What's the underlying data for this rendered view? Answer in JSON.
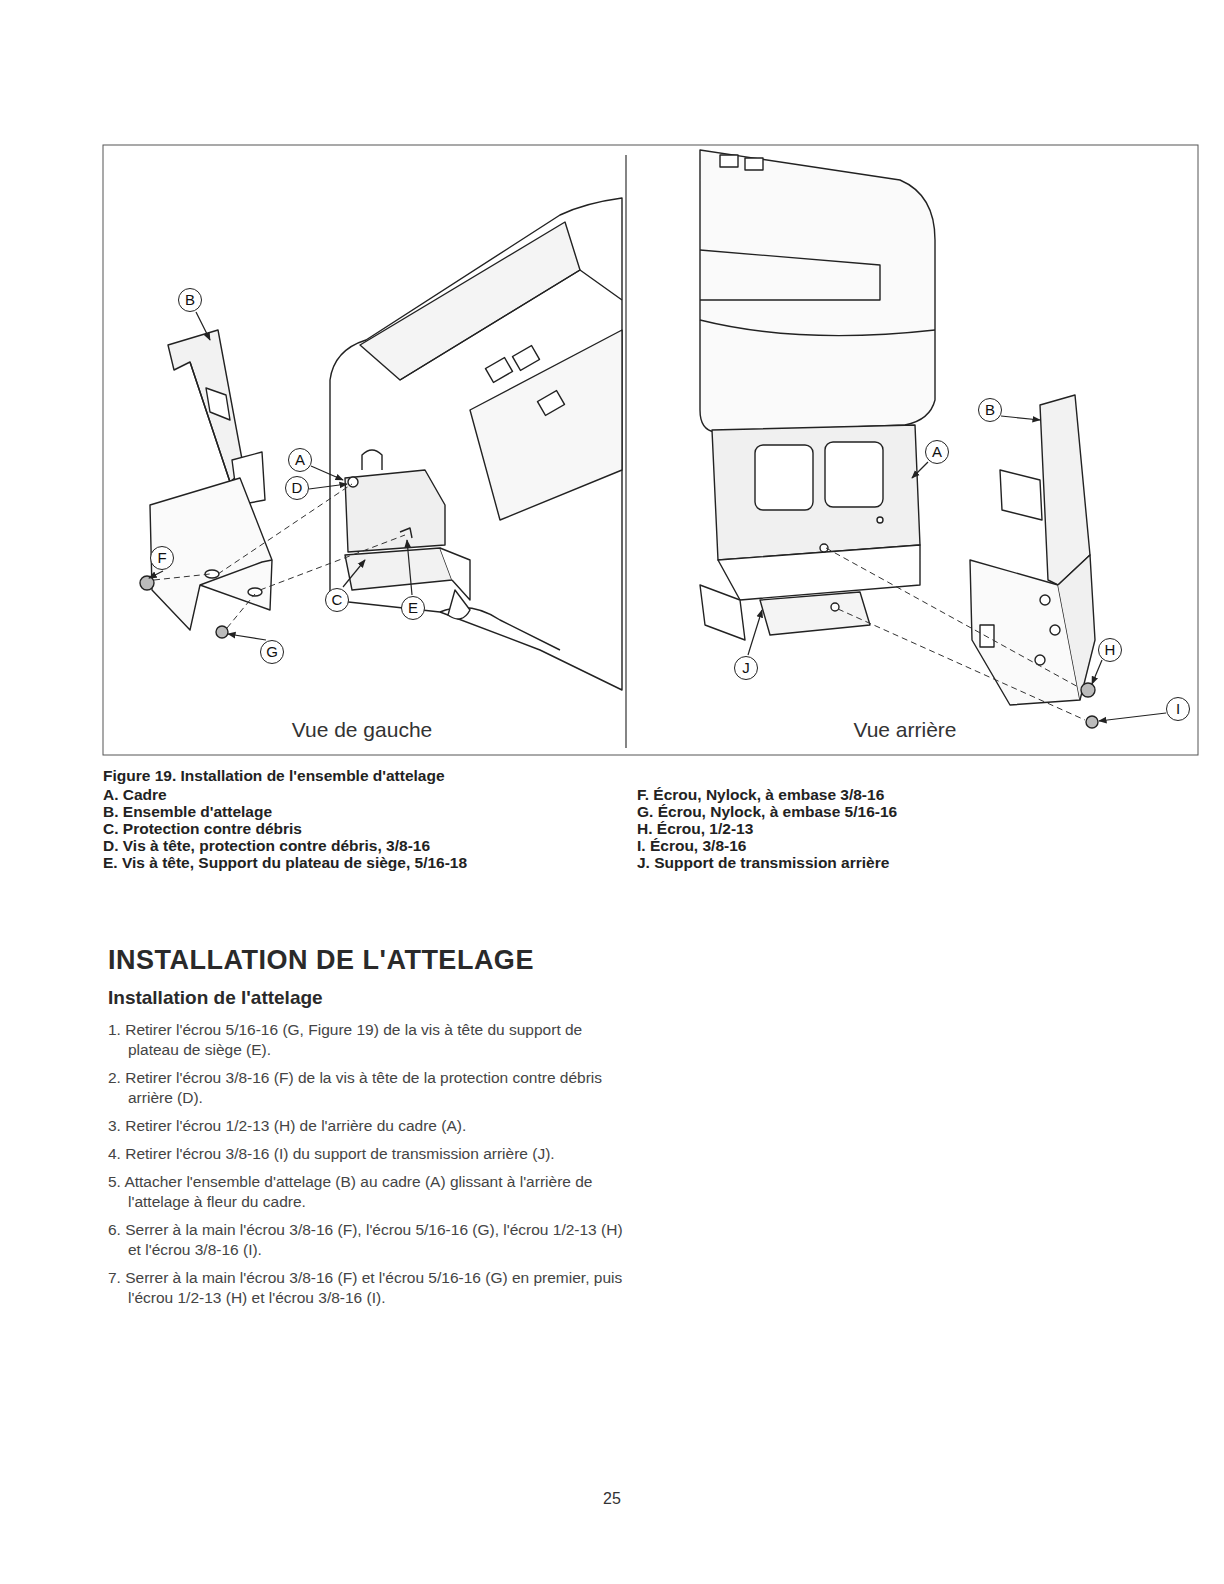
{
  "diagram": {
    "title": "INSTALLATION DE L'ATTELAGE",
    "caption": "Figure 19. Installation de l'ensemble d'attelage",
    "labels": [
      "B",
      "A",
      "D",
      "F",
      "C",
      "E",
      "G",
      "Vue de gauche",
      "B",
      "A",
      "H",
      "J",
      "I",
      "Vue arrière",
      "A. Cadre",
      "B. Ensemble d'attelage",
      "C. Protection contre débris",
      "D. Vis à tête, protection contre débris, 3/8-16",
      "E. Vis à tête, Support du plateau de siège, 5/16-18",
      "F. Écrou, Nylock, à embase 3/8-16",
      "G. Écrou, Nylock, à embase 5/16-16",
      "H. Écrou, 1/2-13",
      "I. Écrou, 3/8-16",
      "J. Support de transmission arrière",
      "Installation de l'attelage",
      "1. Retirer l'écrou 5/16-16 (G, Figure 19) de la vis à tête du support de plateau de siège (E).",
      "2. Retirer l'écrou 3/8-16 (F) de la vis à tête de la protection contre débris arrière (D).",
      "3. Retirer l'écrou 1/2-13 (H) de l'arrière du cadre (A).",
      "4. Retirer l'écrou 3/8-16 (I) du support de transmission arrière (J).",
      "5. Attacher l'ensemble d'attelage (B) au cadre (A) glissant à l'arrière de l'attelage à fleur du cadre.",
      "6. Serrer à la main l'écrou 3/8-16 (F), l'écrou 5/16-16 (G), l'écrou 1/2-13 (H) et l'écrou 3/8-16 (I).",
      "7. Serrer à la main l'écrou 3/8-16 (F) et l'écrou 5/16-16 (G) en premier, puis l'écrou 1/2-13 (H) et l'écrou 3/8-16 (I).",
      "25"
    ]
  }
}
